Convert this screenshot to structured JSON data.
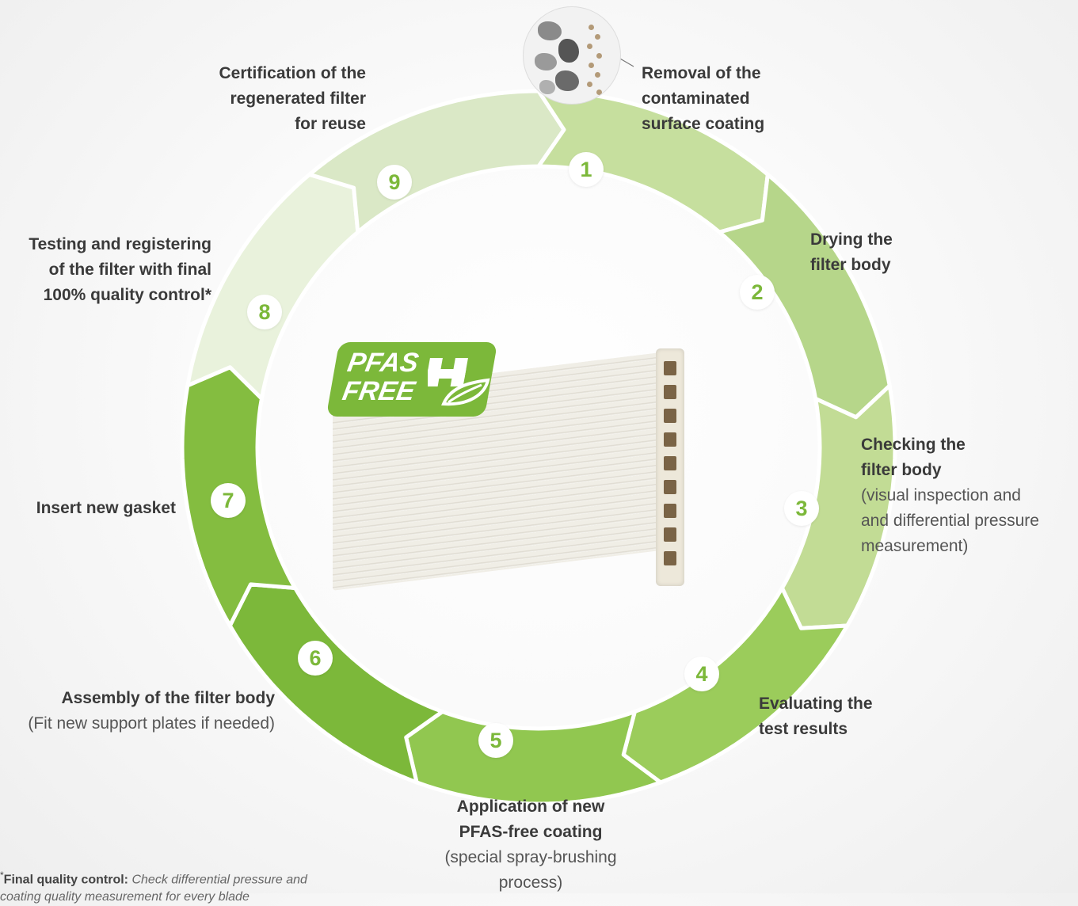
{
  "colors": {
    "segments": [
      "#e9f2dc",
      "#dae8c6",
      "#c6df9e",
      "#b6d68a",
      "#c2dc95",
      "#9bcc5b",
      "#91c750",
      "#7cb83a",
      "#84bd40"
    ],
    "badge_text": "#7cb83a",
    "text": "#3a3a3a"
  },
  "steps": [
    {
      "num": "1",
      "title": "Removal of the contaminated surface coating",
      "title_lines": [
        "Removal of the",
        "contaminated",
        "surface coating"
      ],
      "note_lines": []
    },
    {
      "num": "2",
      "title_lines": [
        "Drying the",
        "filter body"
      ],
      "note_lines": []
    },
    {
      "num": "3",
      "title_lines": [
        "Checking the",
        "filter body"
      ],
      "note_lines": [
        "(visual inspection and",
        "and differential pressure",
        "measurement)"
      ]
    },
    {
      "num": "4",
      "title_lines": [
        "Evaluating the",
        "test results"
      ],
      "note_lines": []
    },
    {
      "num": "5",
      "title_lines": [
        "Application of new",
        "PFAS-free coating"
      ],
      "note_lines": [
        "(special spray-brushing",
        "process)"
      ]
    },
    {
      "num": "6",
      "title_lines": [
        "Assembly of the filter body"
      ],
      "note_lines": [
        "(Fit new support plates if needed)"
      ]
    },
    {
      "num": "7",
      "title_lines": [
        "Insert new gasket"
      ],
      "note_lines": []
    },
    {
      "num": "8",
      "title_lines": [
        "Testing and registering",
        "of the filter with final",
        "100% quality control*"
      ],
      "note_lines": []
    },
    {
      "num": "9",
      "title_lines": [
        "Certification of the",
        "regenerated filter",
        "for reuse"
      ],
      "note_lines": []
    }
  ],
  "logo": {
    "line1": "PFAS",
    "line2": "FREE",
    "icon": "leaf-icon"
  },
  "footnote": {
    "marker": "*",
    "bold": "Final quality control:",
    "italic": "Check differential pressure and coating quality measurement for every blade"
  }
}
